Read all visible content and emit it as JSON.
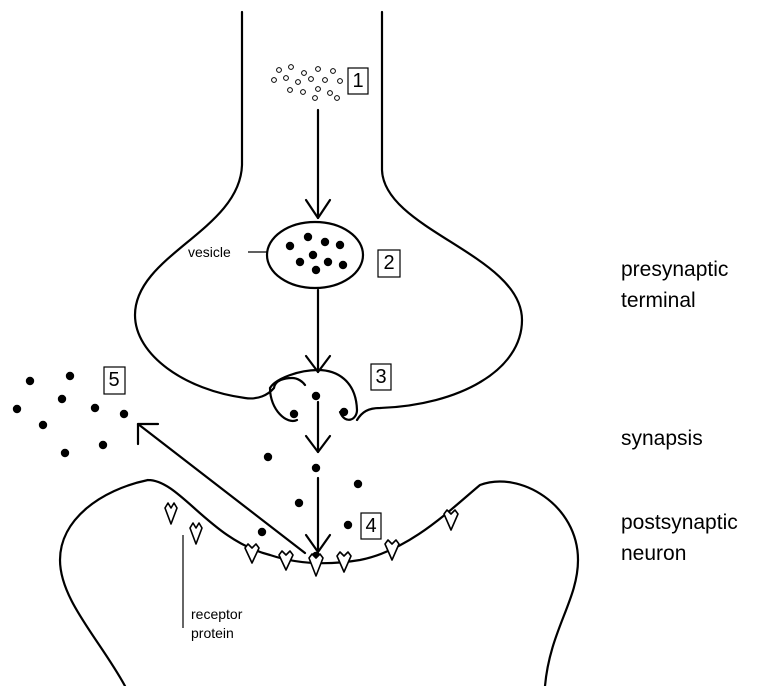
{
  "labels": {
    "vesicle": "vesicle",
    "receptor_line1": "receptor",
    "receptor_line2": "protein",
    "presynaptic_line1": "presynaptic",
    "presynaptic_line2": "terminal",
    "synapsis": "synapsis",
    "postsynaptic_line1": "postsynaptic",
    "postsynaptic_line2": "neuron"
  },
  "steps": [
    "1",
    "2",
    "3",
    "4",
    "5"
  ]
}
